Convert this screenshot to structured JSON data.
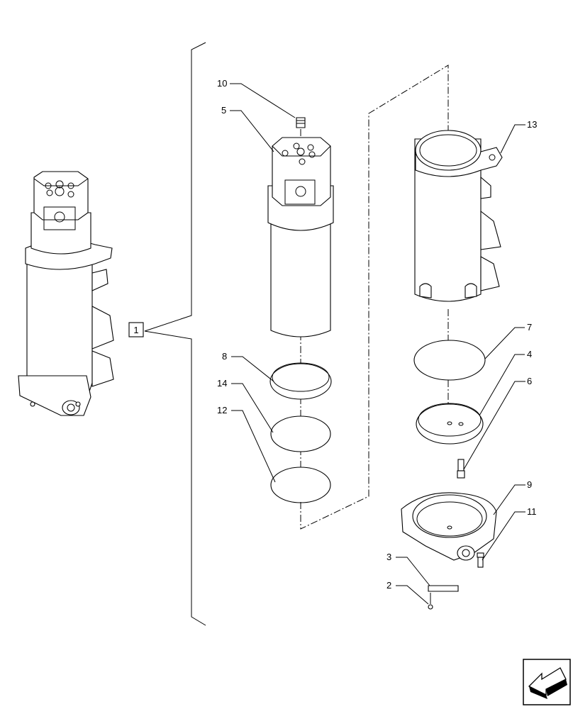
{
  "callouts": {
    "group": "1",
    "n2": "2",
    "n3": "3",
    "n4": "4",
    "n5": "5",
    "n6": "6",
    "n7": "7",
    "n8": "8",
    "n9": "9",
    "n10": "10",
    "n11": "11",
    "n12": "12",
    "n13": "13",
    "n14": "14"
  },
  "icons": {
    "nav": "return-arrow-icon"
  }
}
